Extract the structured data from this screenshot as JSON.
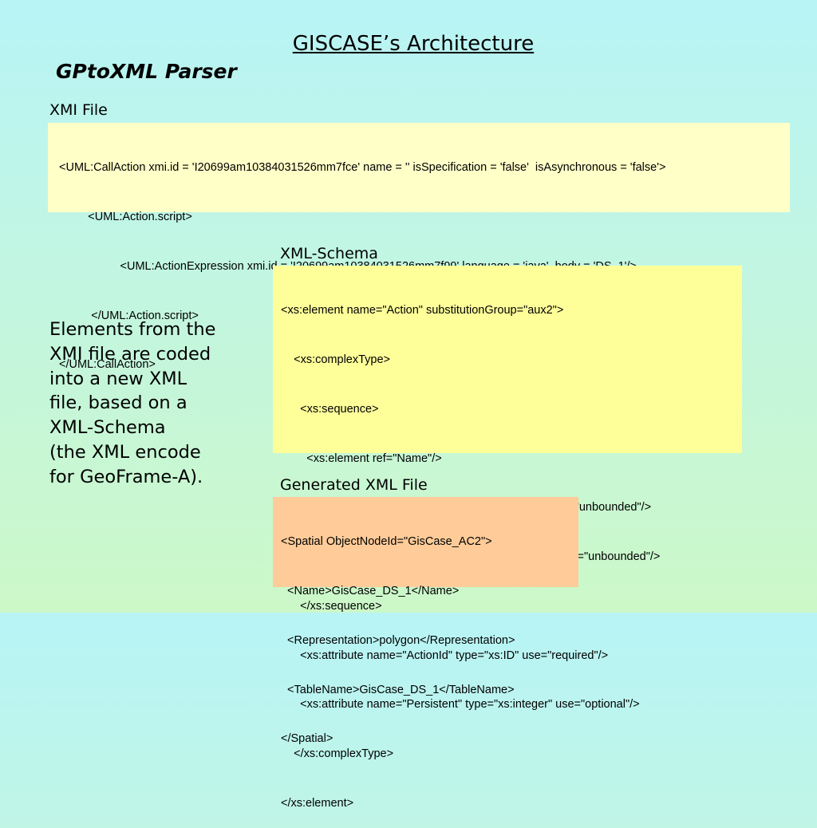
{
  "slide": {
    "title": "GISCASE’s Architecture",
    "subtitle": "GPtoXML Parser"
  },
  "xmi": {
    "label": "XMI File",
    "lines": [
      "<UML:CallAction xmi.id = 'I20699am10384031526mm7fce' name = '' isSpecification = 'false'  isAsynchronous = 'false'>",
      "         <UML:Action.script>",
      "                   <UML:ActionExpression xmi.id = 'I20699am10384031526mm7f99' language = 'java'  body = 'DS_1'/>",
      "          </UML:Action.script>",
      "</UML:CallAction>"
    ]
  },
  "schema": {
    "label": "XML-Schema",
    "lines": [
      "<xs:element name=\"Action\" substitutionGroup=\"aux2\">",
      "    <xs:complexType>",
      "      <xs:sequence>",
      "        <xs:element ref=\"Name\"/>",
      "        <xs:element ref=\"Input\" minOccurs=\"0\" maxOccurs=\"unbounded\"/>",
      "        <xs:element ref=\"Output\" minOccurs=\"0\" maxOccurs=\"unbounded\"/>",
      "      </xs:sequence>",
      "      <xs:attribute name=\"ActionId\" type=\"xs:ID\" use=\"required\"/>",
      "      <xs:attribute name=\"Persistent\" type=\"xs:integer\" use=\"optional\"/>",
      "    </xs:complexType>",
      "</xs:element>"
    ]
  },
  "generated": {
    "label": "Generated XML File",
    "lines": [
      "<Spatial ObjectNodeId=\"GisCase_AC2\">",
      "  <Name>GisCase_DS_1</Name>",
      "  <Representation>polygon</Representation>",
      "  <TableName>GisCase_DS_1</TableName>",
      "</Spatial>"
    ]
  },
  "description": {
    "lines": [
      "Elements from the",
      "XMI file are coded",
      "into a new XML",
      "file, based on a",
      "XML-Schema",
      "(the XML encode",
      "for GeoFrame-A)."
    ]
  },
  "colors": {
    "xmi_box": "#ffffc8",
    "schema_box": "#ffff9a",
    "generated_box": "#ffcc99"
  }
}
